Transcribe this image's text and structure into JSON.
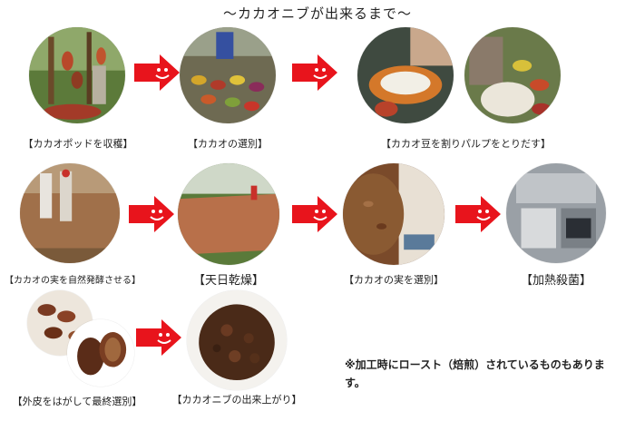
{
  "title": "〜カカオニブが出来るまで〜",
  "steps": {
    "harvest": "【カカオポッドを収穫】",
    "sort_pods": "【カカオの選別】",
    "split_pulp": "【カカオ豆を割りパルプをとりだす】",
    "ferment": "【カカオの実を自然発酵させる】",
    "sun_dry": "【天日乾燥】",
    "sort_beans": "【カカオの実を選別】",
    "heat_sterilize": "【加熱殺菌】",
    "peel": "【外皮をはがして最終選別】",
    "nibs_done": "【カカオニブの出来上がり】"
  },
  "note": "※加工時にロースト（焙煎）されているものもあります。",
  "colors": {
    "arrow": "#e8141c",
    "face": "#ffffff"
  },
  "icons": {
    "arrow": "red-arrow-smiley-icon"
  }
}
